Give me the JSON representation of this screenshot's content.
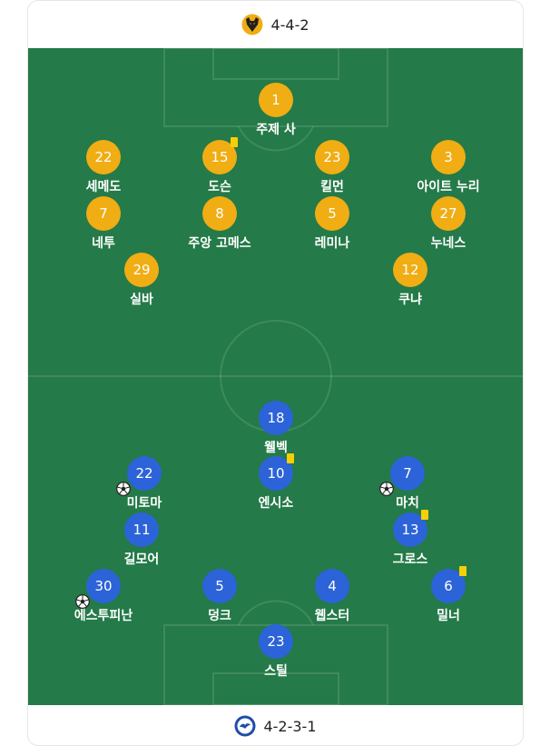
{
  "home": {
    "formation": "4-4-2",
    "crest_icon": "wolves-crest-icon",
    "color": "#f0ad14",
    "players": [
      {
        "number": "1",
        "name": "주제 사"
      },
      {
        "number": "22",
        "name": "세메도"
      },
      {
        "number": "15",
        "name": "도슨",
        "yellow_card": true
      },
      {
        "number": "23",
        "name": "킬먼"
      },
      {
        "number": "3",
        "name": "아이트 누리"
      },
      {
        "number": "7",
        "name": "네투"
      },
      {
        "number": "8",
        "name": "주앙 고메스"
      },
      {
        "number": "5",
        "name": "레미나"
      },
      {
        "number": "27",
        "name": "누네스"
      },
      {
        "number": "29",
        "name": "실바"
      },
      {
        "number": "12",
        "name": "쿠냐"
      }
    ]
  },
  "away": {
    "formation": "4-2-3-1",
    "crest_icon": "brighton-crest-icon",
    "color": "#2c63d8",
    "players": [
      {
        "number": "18",
        "name": "웰벡"
      },
      {
        "number": "22",
        "name": "미토마",
        "goal": true
      },
      {
        "number": "10",
        "name": "엔시소",
        "yellow_card": true
      },
      {
        "number": "7",
        "name": "마치",
        "goal": true
      },
      {
        "number": "11",
        "name": "길모어"
      },
      {
        "number": "13",
        "name": "그로스",
        "yellow_card": true
      },
      {
        "number": "30",
        "name": "에스투피난",
        "goal": true
      },
      {
        "number": "5",
        "name": "덩크"
      },
      {
        "number": "4",
        "name": "웹스터"
      },
      {
        "number": "6",
        "name": "밀너",
        "yellow_card": true
      },
      {
        "number": "23",
        "name": "스틸"
      }
    ]
  }
}
